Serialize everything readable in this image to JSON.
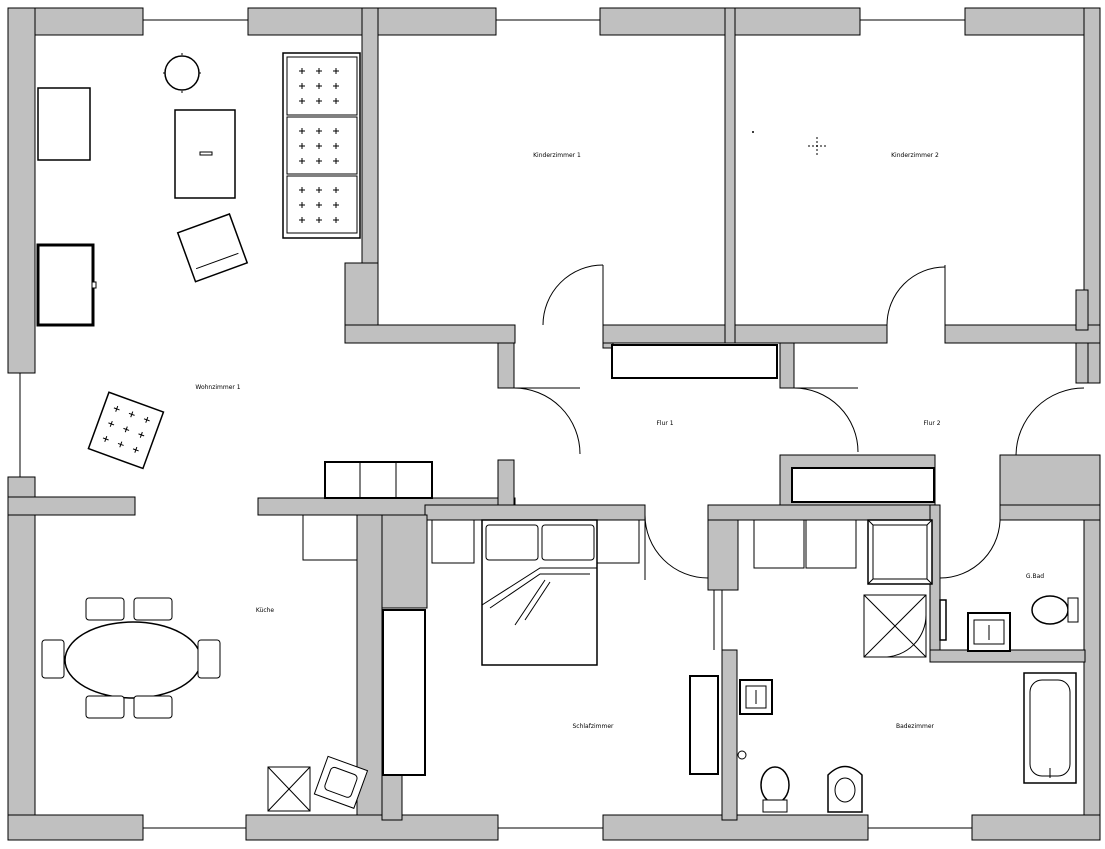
{
  "rooms": {
    "wohnzimmer": "Wohnzimmer 1",
    "kinderzimmer1": "Kinderzimmer 1",
    "kinderzimmer2": "Kinderzimmer 2",
    "flur1": "Flur 1",
    "flur2": "Flur 2",
    "kueche": "Küche",
    "schlafzimmer": "Schlafzimmer",
    "badezimmer": "Badezimmer",
    "gbad": "G.Bad"
  },
  "icons": {
    "door": "door-swing-arc",
    "window": "window-opening",
    "toilet": "toilet-icon",
    "sink": "sink-icon",
    "shower": "shower-icon",
    "bathtub": "bathtub-icon"
  },
  "colors": {
    "wall": "#c0c0c0",
    "line": "#000000",
    "background": "#ffffff"
  }
}
